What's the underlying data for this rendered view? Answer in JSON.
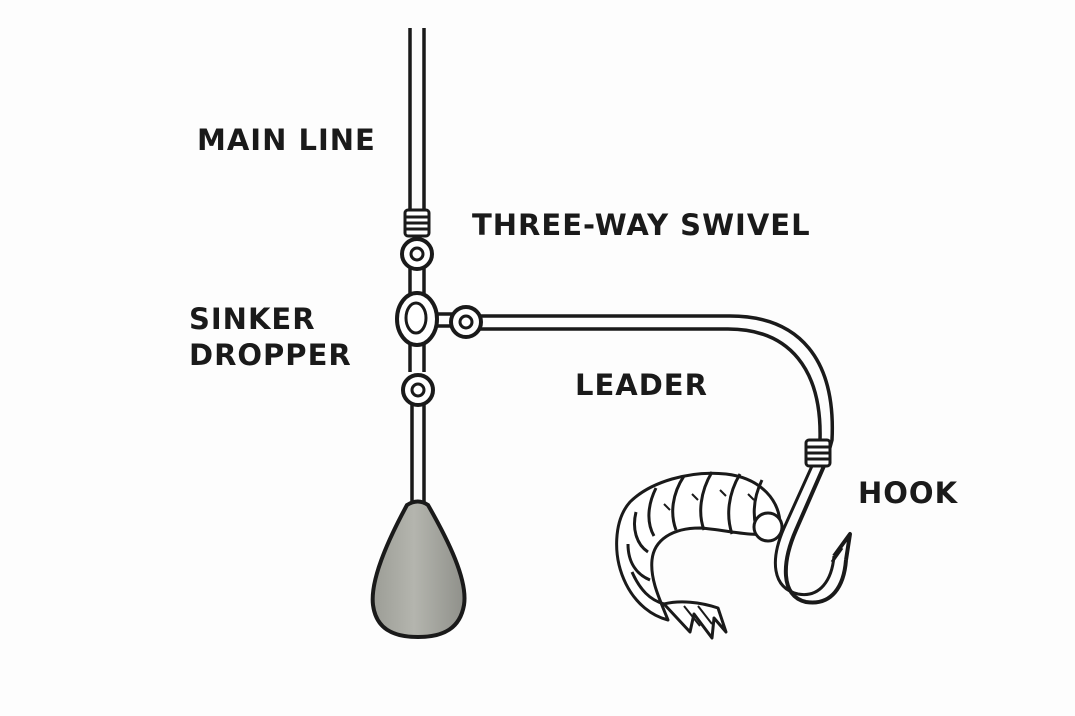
{
  "labels": {
    "main_line": "MAIN LINE",
    "three_way_swivel": "THREE-WAY SWIVEL",
    "sinker_dropper_line1": "SINKER",
    "sinker_dropper_line2": "DROPPER",
    "leader": "LEADER",
    "hook": "HOOK"
  },
  "colors": {
    "ink": "#1a1a1a",
    "sinker_fill": "#a9aaa3",
    "background": "#fdfdfd",
    "bait_fill": "#ffffff"
  },
  "icons": {
    "bait": "shrimp-icon",
    "weight": "sinker-icon",
    "hook": "hook-icon",
    "swivel": "three-way-swivel-icon"
  }
}
